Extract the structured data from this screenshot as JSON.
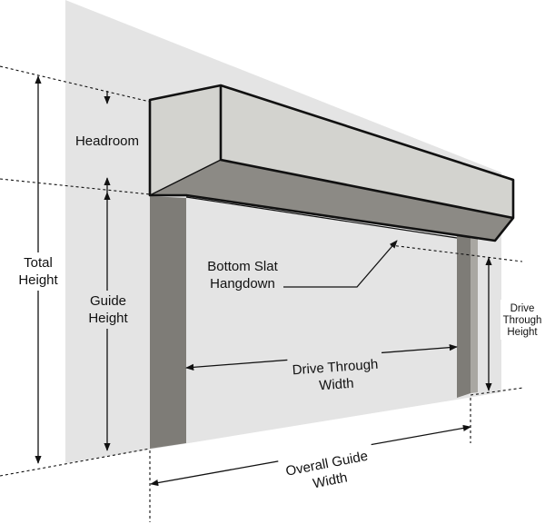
{
  "labels": {
    "headroom": "Headroom",
    "total_height": [
      "Total",
      "Height"
    ],
    "guide_height": [
      "Guide",
      "Height"
    ],
    "bottom_slat_hangdown": [
      "Bottom Slat",
      "Hangdown"
    ],
    "drive_through_height": [
      "Drive",
      "Through",
      "Height"
    ],
    "drive_through_width": [
      "Drive Through",
      "Width"
    ],
    "overall_guide_width": [
      "Overall Guide",
      "Width"
    ]
  },
  "colors": {
    "wall": "#e4e4e4",
    "box_front": "#d3d3cf",
    "box_bottom": "#8c8a85",
    "guide": "#7e7c77",
    "outline": "#111111",
    "dimension": "#111111"
  }
}
